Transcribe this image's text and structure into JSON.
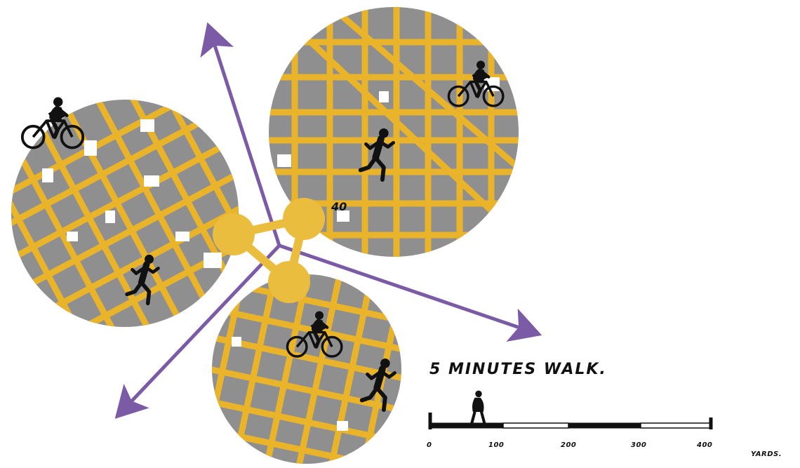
{
  "colors": {
    "street_yellow": "#e9b32a",
    "block_gray": "#8f8f8f",
    "arrow_purple": "#7b5aa6",
    "node_gold": "#ebbd3f",
    "silhouette": "#111111"
  },
  "icons": {
    "cyclist": "cyclist-icon",
    "runner": "runner-icon",
    "walker": "walker-icon"
  },
  "map_label": "40",
  "scale": {
    "title": "5 MINUTES WALK.",
    "ticks": [
      "0",
      "100",
      "200",
      "300",
      "400"
    ],
    "unit": "YARDS."
  }
}
